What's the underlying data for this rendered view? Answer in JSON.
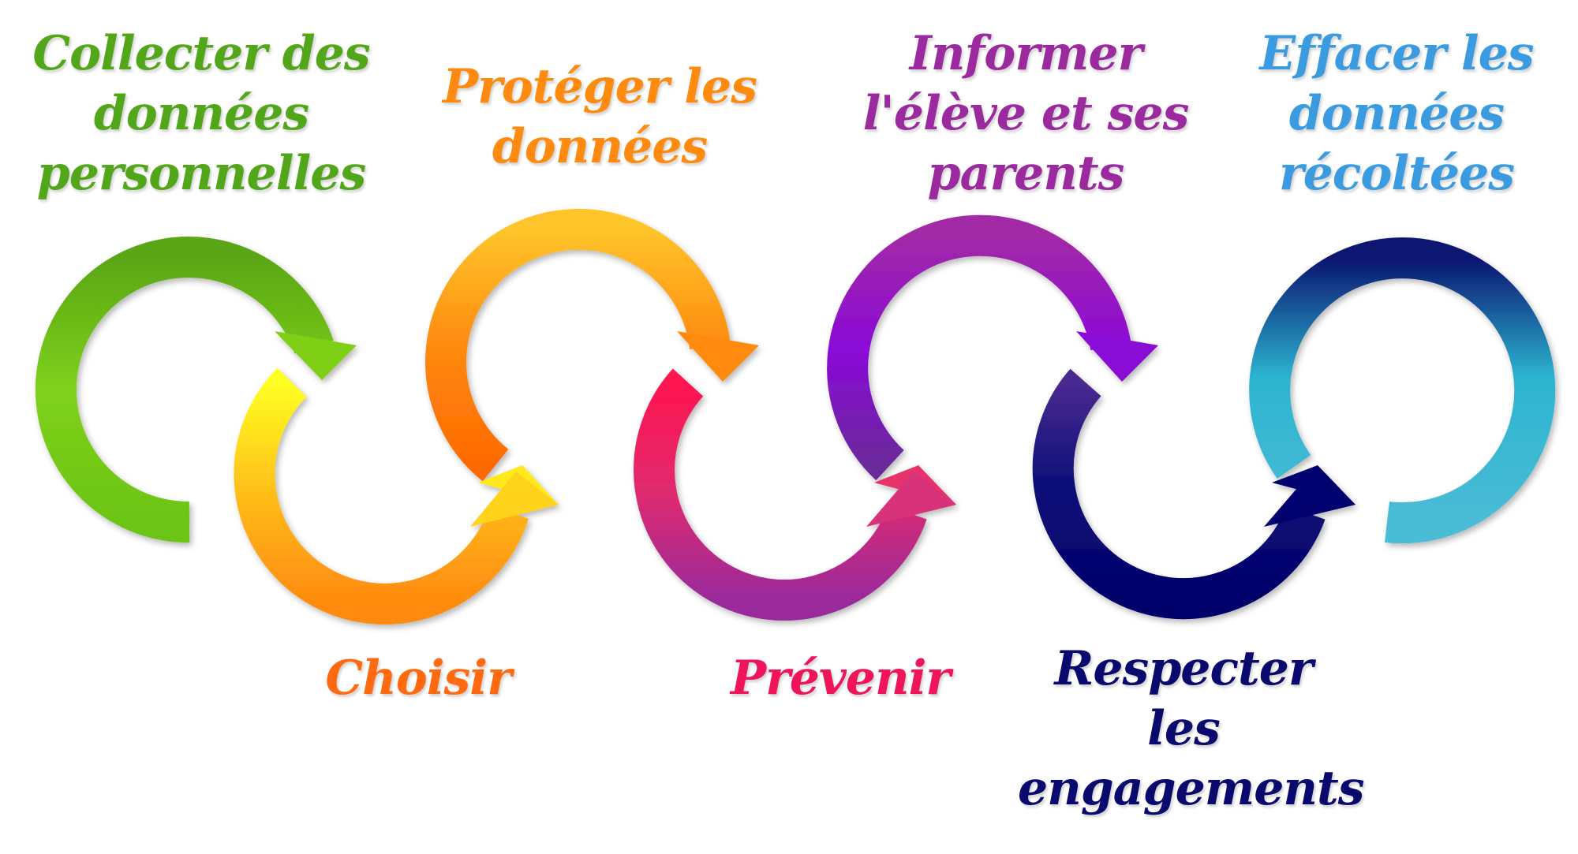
{
  "steps": [
    {
      "id": "collecter",
      "lines": [
        "Collecter des",
        "données",
        "personnelles"
      ],
      "color": "#52A61A",
      "arrow_color": "#7FCF18",
      "arrow_color2": "#5AA616",
      "position": "top"
    },
    {
      "id": "choisir",
      "lines": [
        "Choisir"
      ],
      "color": "#FF6A10",
      "arrow_color": "#FFF21A",
      "arrow_color2": "#FF8A0F",
      "position": "bottom"
    },
    {
      "id": "proteger",
      "lines": [
        "Protéger les",
        "données"
      ],
      "color": "#FF8A10",
      "arrow_color": "#FFC21A",
      "arrow_color2": "#FF6A00",
      "position": "top"
    },
    {
      "id": "prevenir",
      "lines": [
        "Prévenir"
      ],
      "color": "#F0145A",
      "arrow_color": "#FF1552",
      "arrow_color2": "#A0279A",
      "position": "bottom"
    },
    {
      "id": "informer",
      "lines": [
        "Informer",
        "l'élève et ses",
        "parents"
      ],
      "color": "#9A2A9E",
      "arrow_color": "#9C2AAE",
      "arrow_color2": "#8A08D6",
      "position": "top"
    },
    {
      "id": "respecter",
      "lines": [
        "Respecter",
        "les",
        "engagements"
      ],
      "color": "#0A0A6E",
      "arrow_color": "#3A1A8A",
      "arrow_color2": "#00006E",
      "position": "bottom"
    },
    {
      "id": "effacer",
      "lines": [
        "Effacer les",
        "données",
        "récoltées"
      ],
      "color": "#3A9BE0",
      "arrow_color": "#0C1A78",
      "arrow_color2": "#3BB8D4",
      "position": "top"
    }
  ]
}
